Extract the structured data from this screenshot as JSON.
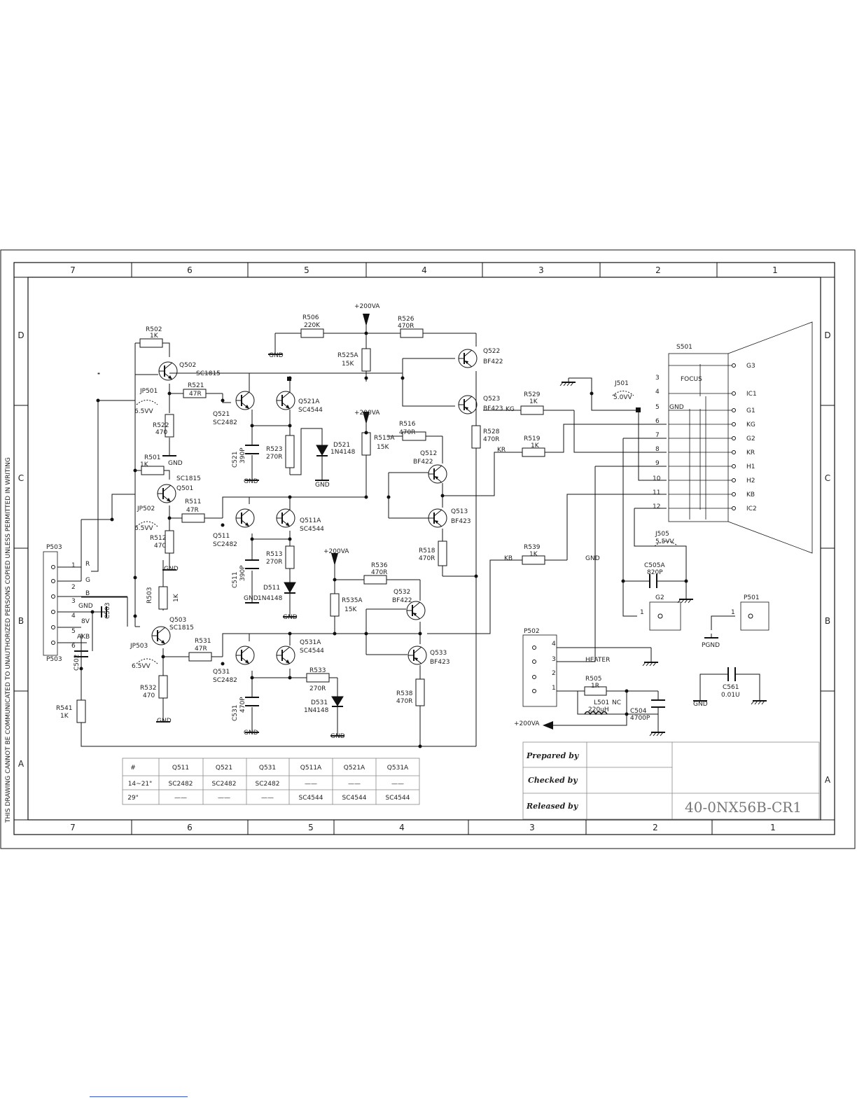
{
  "side_text": "THIS DRAWING CANNOT BE COMMUNICATED TO UNAUTHORIZED PERSONS COPIED UNLESS PERMITTED IN WRITING",
  "columns": [
    "7",
    "6",
    "5",
    "4",
    "3",
    "2",
    "1"
  ],
  "rows": [
    "D",
    "C",
    "B",
    "A"
  ],
  "components": {
    "r502": {
      "ref": "R502",
      "val": "1K"
    },
    "q502": {
      "ref": "Q502",
      "val": "SC1815"
    },
    "jp501": {
      "ref": "JP501",
      "val": "6.5VV"
    },
    "r521": {
      "ref": "R521",
      "val": "47R"
    },
    "r522": {
      "ref": "R522",
      "val": "470"
    },
    "q521": {
      "ref": "Q521",
      "val": "SC2482"
    },
    "q521a": {
      "ref": "Q521A",
      "val": "SC4544"
    },
    "c521": {
      "ref": "C521",
      "val": "390P"
    },
    "r523": {
      "ref": "R523",
      "val": "270R"
    },
    "d521": {
      "ref": "D521",
      "val": "1N4148"
    },
    "r506": {
      "ref": "R506",
      "val": "220K"
    },
    "r525a": {
      "ref": "R525A",
      "val": "15K"
    },
    "r526": {
      "ref": "R526",
      "val": "470R"
    },
    "q522": {
      "ref": "Q522",
      "val": "BF422"
    },
    "q523": {
      "ref": "Q523",
      "val": "BF423"
    },
    "r529": {
      "ref": "R529",
      "val": "1K"
    },
    "r528": {
      "ref": "R528",
      "val": "470R"
    },
    "r516": {
      "ref": "R516",
      "val": "470R"
    },
    "r515a": {
      "ref": "R515A",
      "val": "15K"
    },
    "q512": {
      "ref": "Q512",
      "val": "BF422"
    },
    "q513": {
      "ref": "Q513",
      "val": "BF423"
    },
    "r519": {
      "ref": "R519",
      "val": "1K"
    },
    "r518": {
      "ref": "R518",
      "val": "470R"
    },
    "r501": {
      "ref": "R501",
      "val": "1K"
    },
    "q501": {
      "ref": "Q501",
      "val": "SC1815"
    },
    "jp502": {
      "ref": "JP502",
      "val": "6.5VV"
    },
    "r511": {
      "ref": "R511",
      "val": "47R"
    },
    "r512": {
      "ref": "R512",
      "val": "470"
    },
    "q511": {
      "ref": "Q511",
      "val": "SC2482"
    },
    "q511a": {
      "ref": "Q511A",
      "val": "SC4544"
    },
    "c511": {
      "ref": "C511",
      "val": "390P"
    },
    "r513": {
      "ref": "R513",
      "val": "270R"
    },
    "d511": {
      "ref": "D511",
      "val": "1N4148"
    },
    "r503": {
      "ref": "R503",
      "val": "1K"
    },
    "q503": {
      "ref": "Q503",
      "val": "SC1815"
    },
    "jp503": {
      "ref": "JP503",
      "val": "6.5VV"
    },
    "r531": {
      "ref": "R531",
      "val": "47R"
    },
    "r532": {
      "ref": "R532",
      "val": "470"
    },
    "q531": {
      "ref": "Q531",
      "val": "SC2482"
    },
    "q531a": {
      "ref": "Q531A",
      "val": "SC4544"
    },
    "c531": {
      "ref": "C531",
      "val": "470P"
    },
    "r533": {
      "ref": "R533",
      "val": "270R"
    },
    "d531": {
      "ref": "D531",
      "val": "1N4148"
    },
    "r536": {
      "ref": "R536",
      "val": "470R"
    },
    "r535a": {
      "ref": "R535A",
      "val": "15K"
    },
    "q532": {
      "ref": "Q532",
      "val": "BF422"
    },
    "q533": {
      "ref": "Q533",
      "val": "BF423"
    },
    "r538": {
      "ref": "R538",
      "val": "470R"
    },
    "r539": {
      "ref": "R539",
      "val": "1K"
    },
    "r541": {
      "ref": "R541",
      "val": "1K"
    },
    "c502": {
      "ref": "C502",
      "val": ""
    },
    "c503": {
      "ref": "C503",
      "val": ""
    },
    "s501": {
      "ref": "S501"
    },
    "j501": {
      "ref": "J501",
      "val": "5.0VV"
    },
    "j505": {
      "ref": "J505",
      "val": "5.5VV"
    },
    "c505a": {
      "ref": "C505A",
      "val": "820P"
    },
    "g2": {
      "ref": "G2"
    },
    "p501": {
      "ref": "P501"
    },
    "p502": {
      "ref": "P502"
    },
    "r505": {
      "ref": "R505",
      "val": "1R"
    },
    "l501": {
      "ref": "L501",
      "val": "220uH"
    },
    "nc": "NC",
    "c504": {
      "ref": "C504",
      "val": "4700P"
    },
    "c561": {
      "ref": "C561",
      "val": "0.01U"
    },
    "p503": {
      "ref": "P503"
    }
  },
  "nets": {
    "v200": "+200VA",
    "gnd": "GND",
    "pgnd": "PGND",
    "heater": "HEATER",
    "kr": "KR",
    "kg": "KG",
    "kb": "KB",
    "focus": "FOCUS",
    "r": "R",
    "g": "G",
    "b": "B",
    "v8": "8V",
    "akb": "AKB"
  },
  "socket_pins": [
    "3",
    "4",
    "5",
    "6",
    "7",
    "8",
    "9",
    "10",
    "11",
    "12"
  ],
  "socket_pin_labels": [
    "G3",
    "IC1",
    "G1",
    "KG",
    "G2",
    "KR",
    "H1",
    "H2",
    "KB",
    "IC2"
  ],
  "p503_pins": [
    "1",
    "2",
    "3",
    "4",
    "5",
    "6"
  ],
  "p502_pins": [
    "4",
    "3",
    "2",
    "1"
  ],
  "table": {
    "header": [
      "#",
      "Q511",
      "Q521",
      "Q531",
      "Q511A",
      "Q521A",
      "Q531A"
    ],
    "rows": [
      [
        "14~21\"",
        "SC2482",
        "SC2482",
        "SC2482",
        "——",
        "——",
        "——"
      ],
      [
        "29\"",
        "——",
        "——",
        "——",
        "SC4544",
        "SC4544",
        "SC4544"
      ]
    ]
  },
  "title_block": {
    "prepared": "Prepared by",
    "checked": "Checked by",
    "released": "Released by",
    "drawing_no": "40-0NX56B-CR1"
  }
}
